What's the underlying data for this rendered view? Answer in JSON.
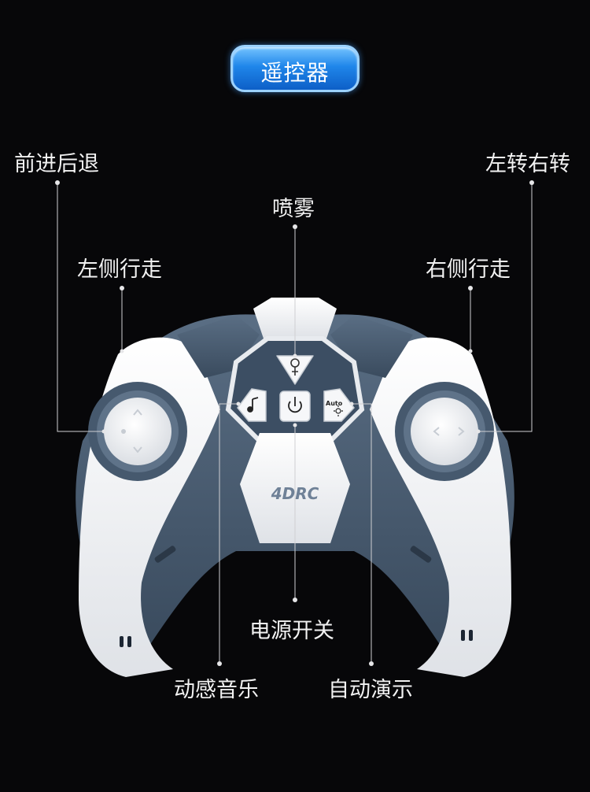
{
  "title": "遥控器",
  "labels": {
    "forward_back": "前进后退",
    "left_right_turn": "左转右转",
    "spray": "喷雾",
    "left_side_walk": "左侧行走",
    "right_side_walk": "右侧行走",
    "power_switch": "电源开关",
    "dynamic_music": "动感音乐",
    "auto_demo": "自动演示"
  },
  "brand": "4DRC",
  "auto_button_text": "Auto",
  "icons": [
    "spray-icon",
    "music-note-icon",
    "power-icon",
    "auto-demo-icon",
    "arrow-up-icon",
    "arrow-down-icon",
    "arrow-left-icon",
    "arrow-right-icon"
  ],
  "colors": {
    "background": "#070709",
    "controller_white": "#f4f5f7",
    "controller_slate": "#4a5d72",
    "title_blue": "#1f86ea"
  }
}
